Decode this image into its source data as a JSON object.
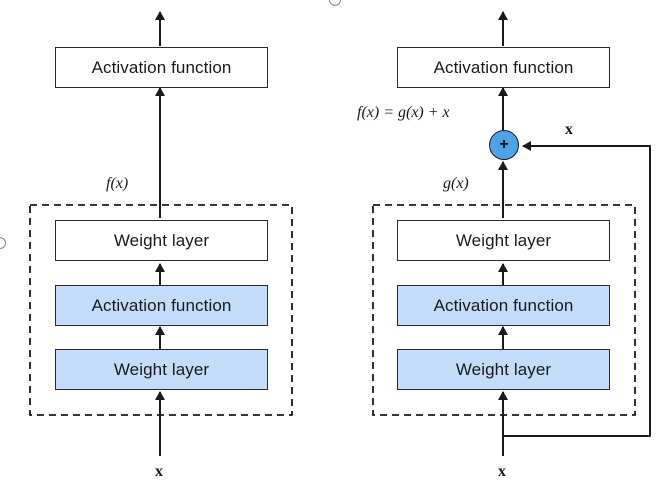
{
  "left_block": {
    "top_label": "Activation function",
    "output_label": "f(x)",
    "layer1": "Weight layer",
    "layer2": "Activation function",
    "layer3": "Weight layer",
    "input_label": "x"
  },
  "right_block": {
    "top_label": "Activation function",
    "residual_label": "f(x) = g(x) + x",
    "plus_symbol": "+",
    "skip_label": "x",
    "output_label": "g(x)",
    "layer1": "Weight layer",
    "layer2": "Activation function",
    "layer3": "Weight layer",
    "input_label": "x"
  },
  "colors": {
    "blue_fill": "#c3dcf7",
    "plus_fill": "#4da3e8",
    "line": "#1a1a1a"
  }
}
